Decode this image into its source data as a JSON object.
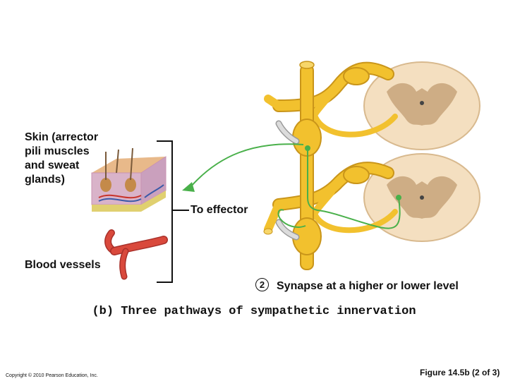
{
  "labels": {
    "skin": "Skin (arrector\npili muscles\nand sweat\nglands)",
    "blood_vessels": "Blood vessels",
    "to_effector": "To effector",
    "step_number": "2",
    "synapse": "Synapse at a higher or lower level"
  },
  "caption": "(b) Three pathways of sympathetic innervation",
  "footer": {
    "copyright": "Copyright © 2010 Pearson Education, Inc.",
    "figure": "Figure 14.5b (2 of 3)"
  },
  "colors": {
    "nerve": "#f2c12e",
    "nerve_edge": "#c9951a",
    "pathway": "#49b04a",
    "cord": "#f4dfc0",
    "grey_matter": "#c7a57a",
    "vessel": "#d9493c",
    "skin_top": "#e8b98a",
    "skin_body": "#d9b3c9"
  }
}
